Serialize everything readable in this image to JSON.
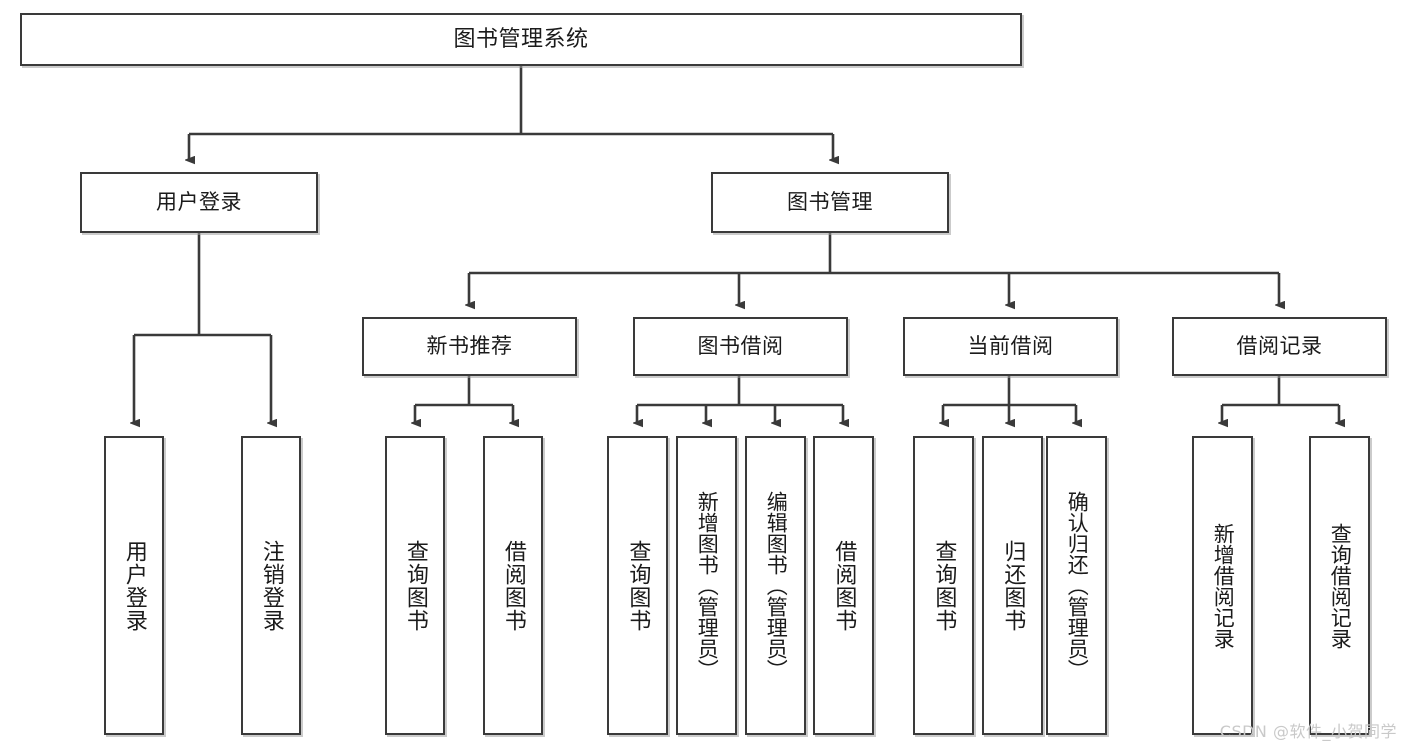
{
  "diagram": {
    "title": "图书管理系统",
    "type": "hierarchy-tree",
    "watermark": "CSDN @软件_小贺同学",
    "colors": {
      "stroke": "#3a3a3a",
      "background": "#ffffff",
      "text": "#1b1b1b",
      "watermark": "#c9c9c9"
    },
    "levels": {
      "root": "图书管理系统",
      "level2": [
        "用户登录",
        "图书管理"
      ],
      "level3": [
        "新书推荐",
        "图书借阅",
        "当前借阅",
        "借阅记录"
      ]
    }
  },
  "nodes": {
    "root": {
      "label": "图书管理系统"
    },
    "user_login": {
      "label": "用户登录"
    },
    "book_manage": {
      "label": "图书管理"
    },
    "new_book_rec": {
      "label": "新书推荐"
    },
    "book_borrow": {
      "label": "图书借阅"
    },
    "current_borrow": {
      "label": "当前借阅"
    },
    "borrow_record": {
      "label": "借阅记录"
    },
    "leaf_user_login": {
      "label": "用户登录"
    },
    "leaf_logout": {
      "label": "注销登录"
    },
    "leaf_query_book_1": {
      "label": "查询图书"
    },
    "leaf_borrow_book_1": {
      "label": "借阅图书"
    },
    "leaf_query_book_2": {
      "label": "查询图书"
    },
    "leaf_add_book": {
      "label": "新增图书（管理员）"
    },
    "leaf_edit_book": {
      "label": "编辑图书（管理员）"
    },
    "leaf_borrow_book_2": {
      "label": "借阅图书"
    },
    "leaf_query_book_3": {
      "label": "查询图书"
    },
    "leaf_return_book": {
      "label": "归还图书"
    },
    "leaf_confirm_return": {
      "label": "确认归还（管理员）"
    },
    "leaf_add_record": {
      "label": "新增借阅记录"
    },
    "leaf_query_record": {
      "label": "查询借阅记录"
    }
  }
}
